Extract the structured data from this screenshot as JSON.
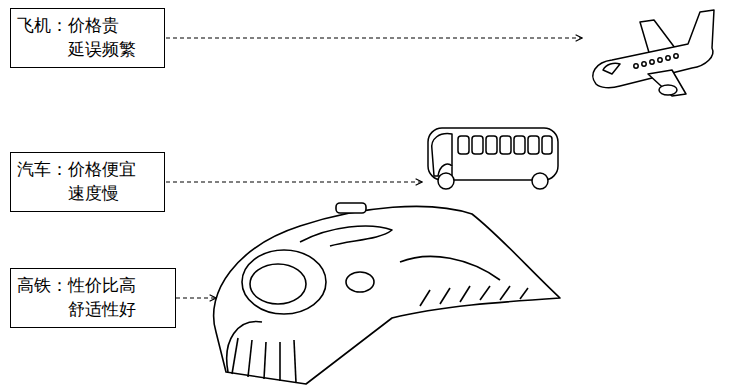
{
  "diagram": {
    "nodes": [
      {
        "text": [
          "飞机：价格贵 延误频繁"
        ]
      },
      {
        "text": [
          "汽车：价格便宜 速度慢"
        ]
      },
      {
        "text": [
          "高铁：性价比高 舒适性好"
        ]
      }
    ]
  }
}
